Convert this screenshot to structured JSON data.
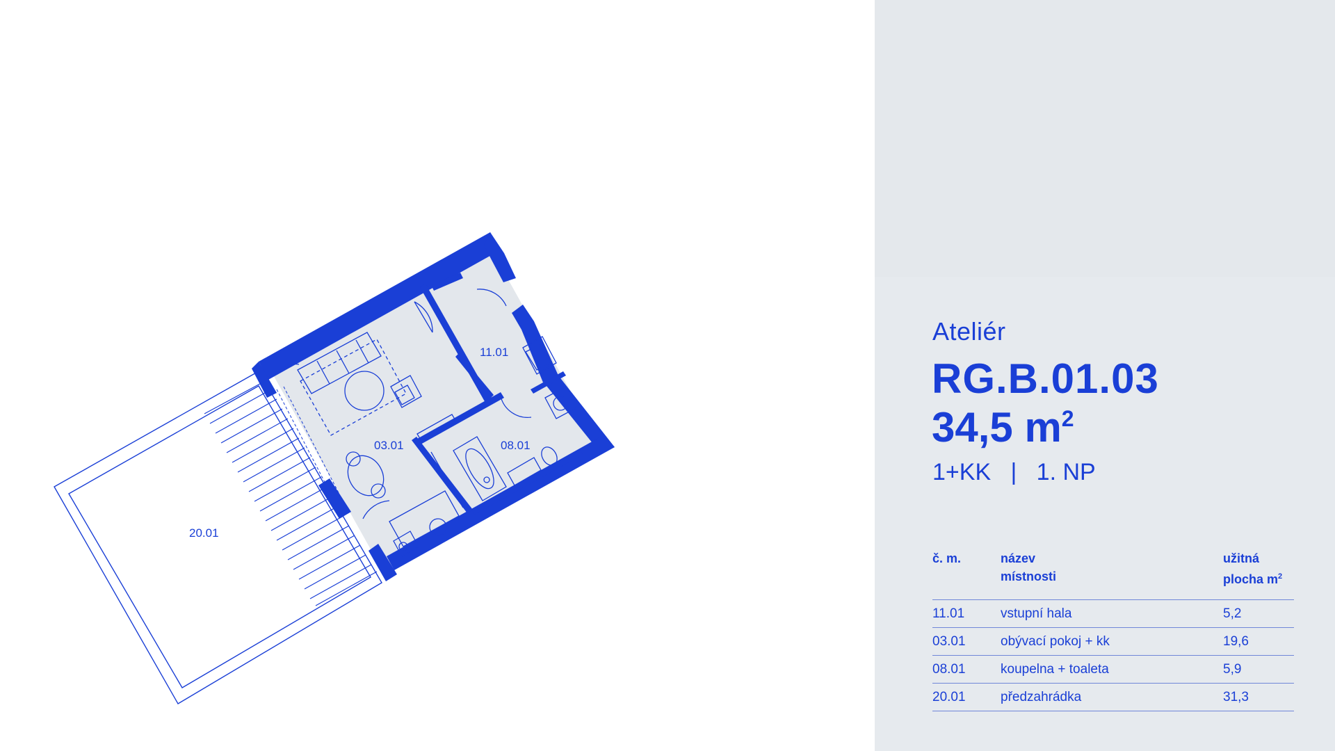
{
  "plan": {
    "rooms": [
      {
        "id": "11.01"
      },
      {
        "id": "03.01"
      },
      {
        "id": "08.01"
      },
      {
        "id": "20.01"
      }
    ],
    "colors": {
      "wall": "#1a3fd6",
      "room_fill": "#e3e7ec",
      "line": "#1a3fd6"
    }
  },
  "unit": {
    "type_label": "Ateliér",
    "code": "RG.B.01.03",
    "area_value": "34,5 m",
    "area_sup": "2",
    "layout": "1+KK",
    "separator": "|",
    "floor": "1. NP"
  },
  "table": {
    "headers": {
      "no": "č. m.",
      "name_line1": "název",
      "name_line2": "místnosti",
      "area_line1": "užitná",
      "area_line2": "plocha m",
      "area_sup": "2"
    },
    "rows": [
      {
        "no": "11.01",
        "name": "vstupní hala",
        "area": "5,2"
      },
      {
        "no": "03.01",
        "name": "obývací pokoj + kk",
        "area": "19,6"
      },
      {
        "no": "08.01",
        "name": "koupelna + toaleta",
        "area": "5,9"
      },
      {
        "no": "20.01",
        "name": "předzahrádka",
        "area": "31,3"
      }
    ]
  },
  "colors": {
    "accent": "#1a3fd6",
    "panel_bg": "#e6eaee",
    "page_bg": "#ffffff"
  }
}
